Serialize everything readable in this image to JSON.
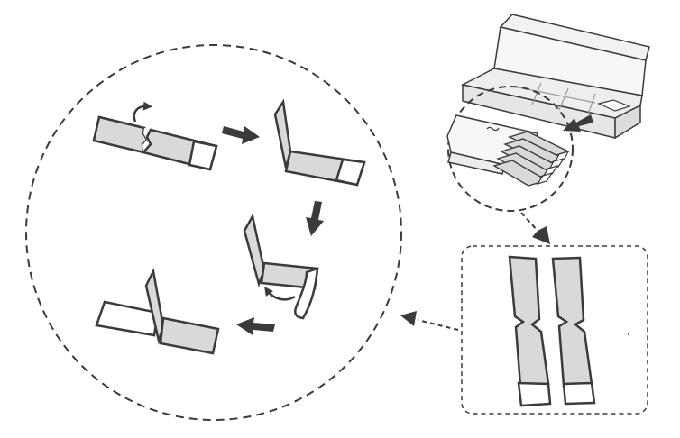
{
  "diagram": {
    "colors": {
      "stroke": "#3b3b3b",
      "strip_fill": "#d9d9d9",
      "box_fill": "#f2f2f2",
      "white": "#ffffff",
      "arrow": "#3b3b3b"
    },
    "steps": [
      {
        "name": "step-1-strip-flat-with-fold-arrow"
      },
      {
        "name": "step-2-strip-folded-upright"
      },
      {
        "name": "step-3-peel-backing"
      },
      {
        "name": "step-4-strip-folded-final"
      }
    ],
    "callouts": [
      {
        "name": "package-detail-circle"
      },
      {
        "name": "strip-pair-detail-box"
      }
    ]
  }
}
